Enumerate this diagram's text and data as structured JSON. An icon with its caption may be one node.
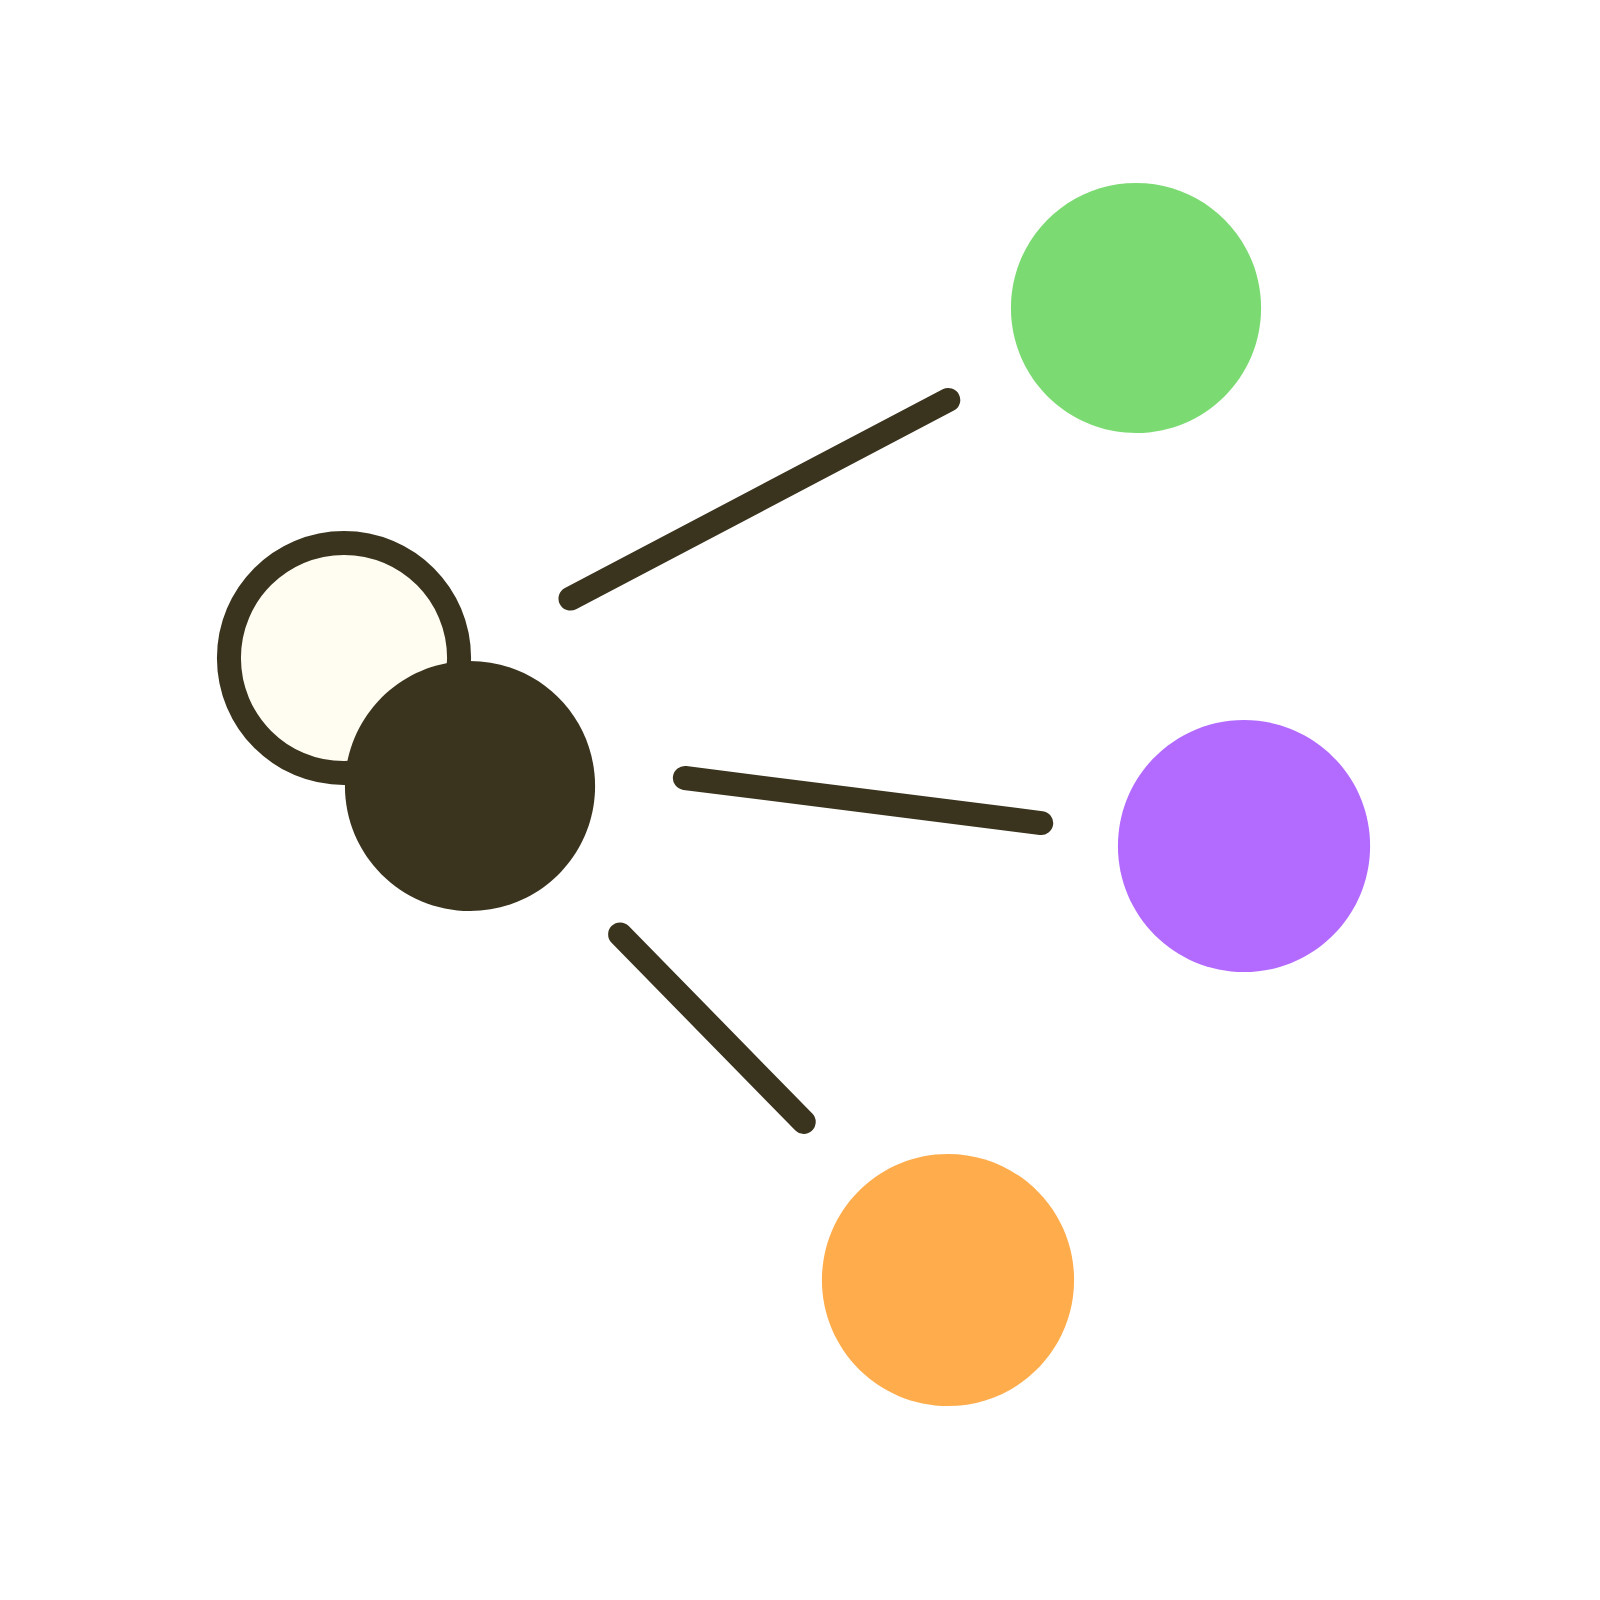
{
  "diagram": {
    "nodes": [
      {
        "text": [],
        "shape": "circle"
      },
      {
        "text": [],
        "shape": "circle"
      },
      {
        "text": [],
        "shape": "circle"
      },
      {
        "text": [],
        "shape": "circle"
      },
      {
        "text": [],
        "shape": "circle"
      }
    ],
    "edges": [
      {
        "from": 1,
        "to": 2,
        "arrow": "none"
      },
      {
        "from": 1,
        "to": 3,
        "arrow": "none"
      },
      {
        "from": 1,
        "to": 4,
        "arrow": "none"
      }
    ]
  }
}
